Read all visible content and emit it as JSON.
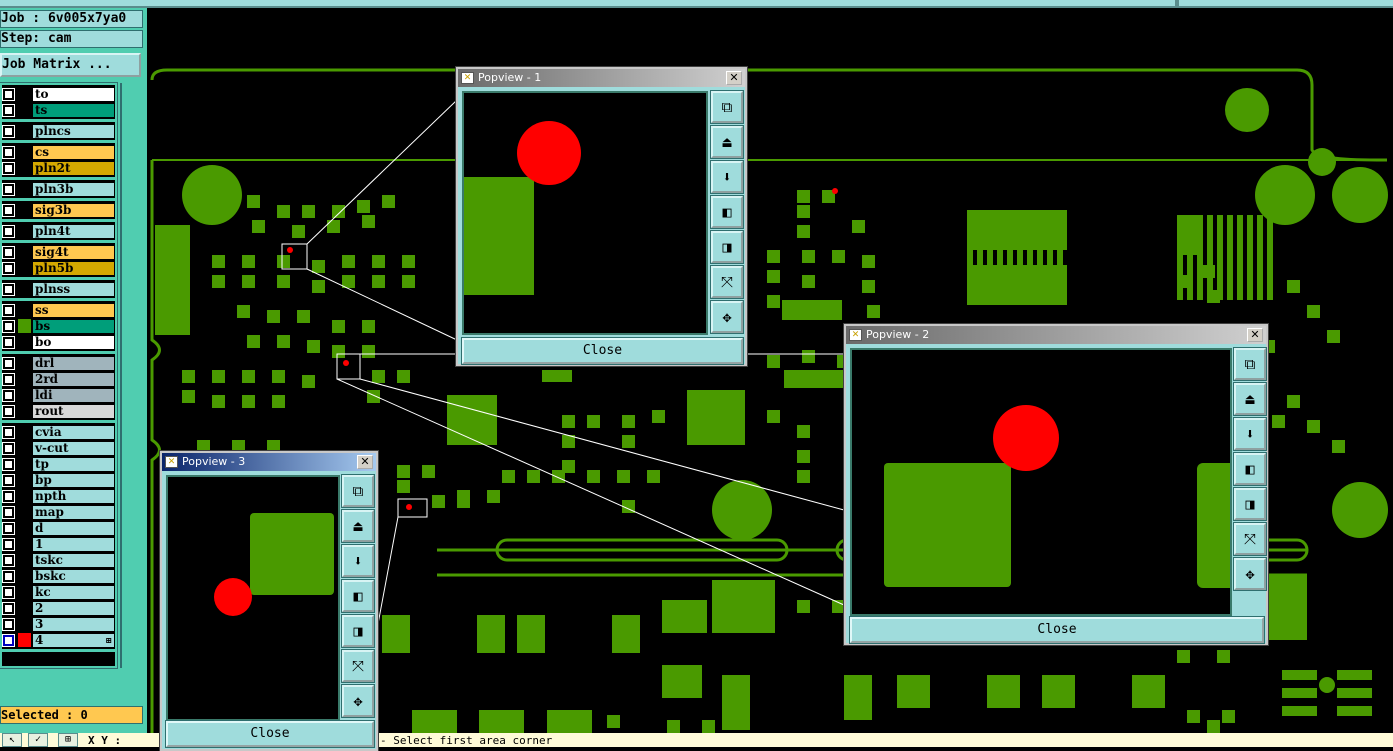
{
  "job": {
    "label": "Job : 6v005x7ya0",
    "step": "Step: cam",
    "matrix_button": "Job Matrix ..."
  },
  "layer_groups": [
    [
      {
        "name": "to",
        "color": "#ffffff"
      },
      {
        "name": "ts",
        "color": "#009e7a",
        "active": true
      }
    ],
    [
      {
        "name": "plncs",
        "color": "#a0dcdc"
      }
    ],
    [
      {
        "name": "cs",
        "color": "#ffc850"
      },
      {
        "name": "pln2t",
        "color": "#d4a800"
      }
    ],
    [
      {
        "name": "pln3b",
        "color": "#a0dcdc"
      }
    ],
    [
      {
        "name": "sig3b",
        "color": "#ffc850"
      }
    ],
    [
      {
        "name": "pln4t",
        "color": "#a0dcdc"
      }
    ],
    [
      {
        "name": "sig4t",
        "color": "#ffc850"
      },
      {
        "name": "pln5b",
        "color": "#d4a800"
      }
    ],
    [
      {
        "name": "plnss",
        "color": "#a0dcdc"
      }
    ],
    [
      {
        "name": "ss",
        "color": "#ffc850"
      },
      {
        "name": "bs",
        "color": "#009e7a",
        "swatch": "#4a9a00"
      },
      {
        "name": "bo",
        "color": "#ffffff"
      }
    ],
    [
      {
        "name": "drl",
        "color": "#a0b4bc"
      },
      {
        "name": "2rd",
        "color": "#a0b4bc"
      },
      {
        "name": "ldi",
        "color": "#a0b4bc"
      },
      {
        "name": "rout",
        "color": "#d8d8d8"
      }
    ],
    [
      {
        "name": "cvia",
        "color": "#a0dcdc"
      },
      {
        "name": "v-cut",
        "color": "#a0dcdc"
      },
      {
        "name": "tp",
        "color": "#a0dcdc"
      },
      {
        "name": "bp",
        "color": "#a0dcdc"
      },
      {
        "name": "npth",
        "color": "#a0dcdc"
      },
      {
        "name": "map",
        "color": "#a0dcdc"
      },
      {
        "name": "d",
        "color": "#a0dcdc"
      },
      {
        "name": "1",
        "color": "#a0dcdc"
      },
      {
        "name": "tskc",
        "color": "#a0dcdc"
      },
      {
        "name": "bskc",
        "color": "#a0dcdc"
      },
      {
        "name": "kc",
        "color": "#a0dcdc"
      },
      {
        "name": "2",
        "color": "#a0dcdc"
      },
      {
        "name": "3",
        "color": "#a0dcdc"
      },
      {
        "name": "4",
        "color": "#a0dcdc",
        "swatch": "#ff0000",
        "selected": true
      }
    ]
  ],
  "selected": "Selected : 0",
  "status": {
    "xy_label": "X Y :",
    "message": "- Select first area corner"
  },
  "popviews": [
    {
      "title": "Popview - 1",
      "close": "Close"
    },
    {
      "title": "Popview - 2",
      "close": "Close"
    },
    {
      "title": "Popview - 3",
      "close": "Close"
    }
  ],
  "colors": {
    "copper": "#4a9a00",
    "highlight": "#ff0000",
    "panel": "#50cdb0",
    "button": "#9fdcdc"
  }
}
